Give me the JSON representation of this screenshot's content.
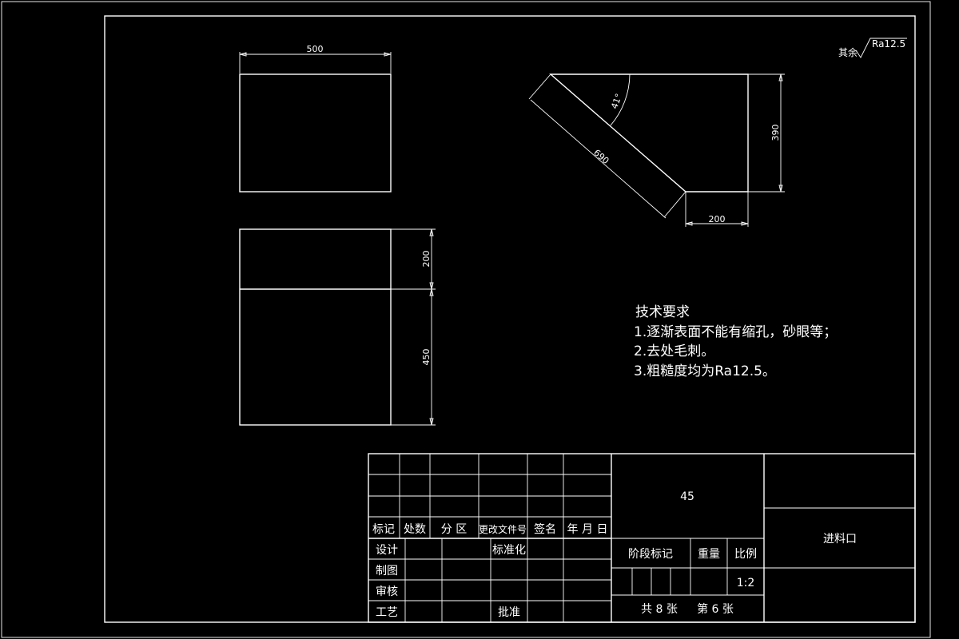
{
  "dimensions": {
    "top_width": "500",
    "front_top_height": "200",
    "front_bottom_height": "450",
    "angle": "41°",
    "slant_length": "690",
    "side_height": "390",
    "bottom_width": "200"
  },
  "roughness": {
    "prefix": "其余",
    "value": "Ra12.5"
  },
  "tech_requirements": {
    "title": "技术要求",
    "items": [
      "1.逐渐表面不能有缩孔，砂眼等；",
      "2.去处毛刺。",
      "3.粗糙度均为Ra12.5。"
    ]
  },
  "title_block": {
    "header_labels": [
      "标记",
      "处数",
      "分 区",
      "更改文件号",
      "签名",
      "年 月 日"
    ],
    "row_design": "设计",
    "row_standard": "标准化",
    "row_draw": "制图",
    "row_review": "审核",
    "row_process": "工艺",
    "row_approve": "批准",
    "material": "45",
    "stage_mark": "阶段标记",
    "weight": "重量",
    "scale_label": "比例",
    "scale_value": "1:2",
    "sheets": "共 8 张",
    "sheet_no": "第 6 张",
    "part_name": "进料口"
  }
}
